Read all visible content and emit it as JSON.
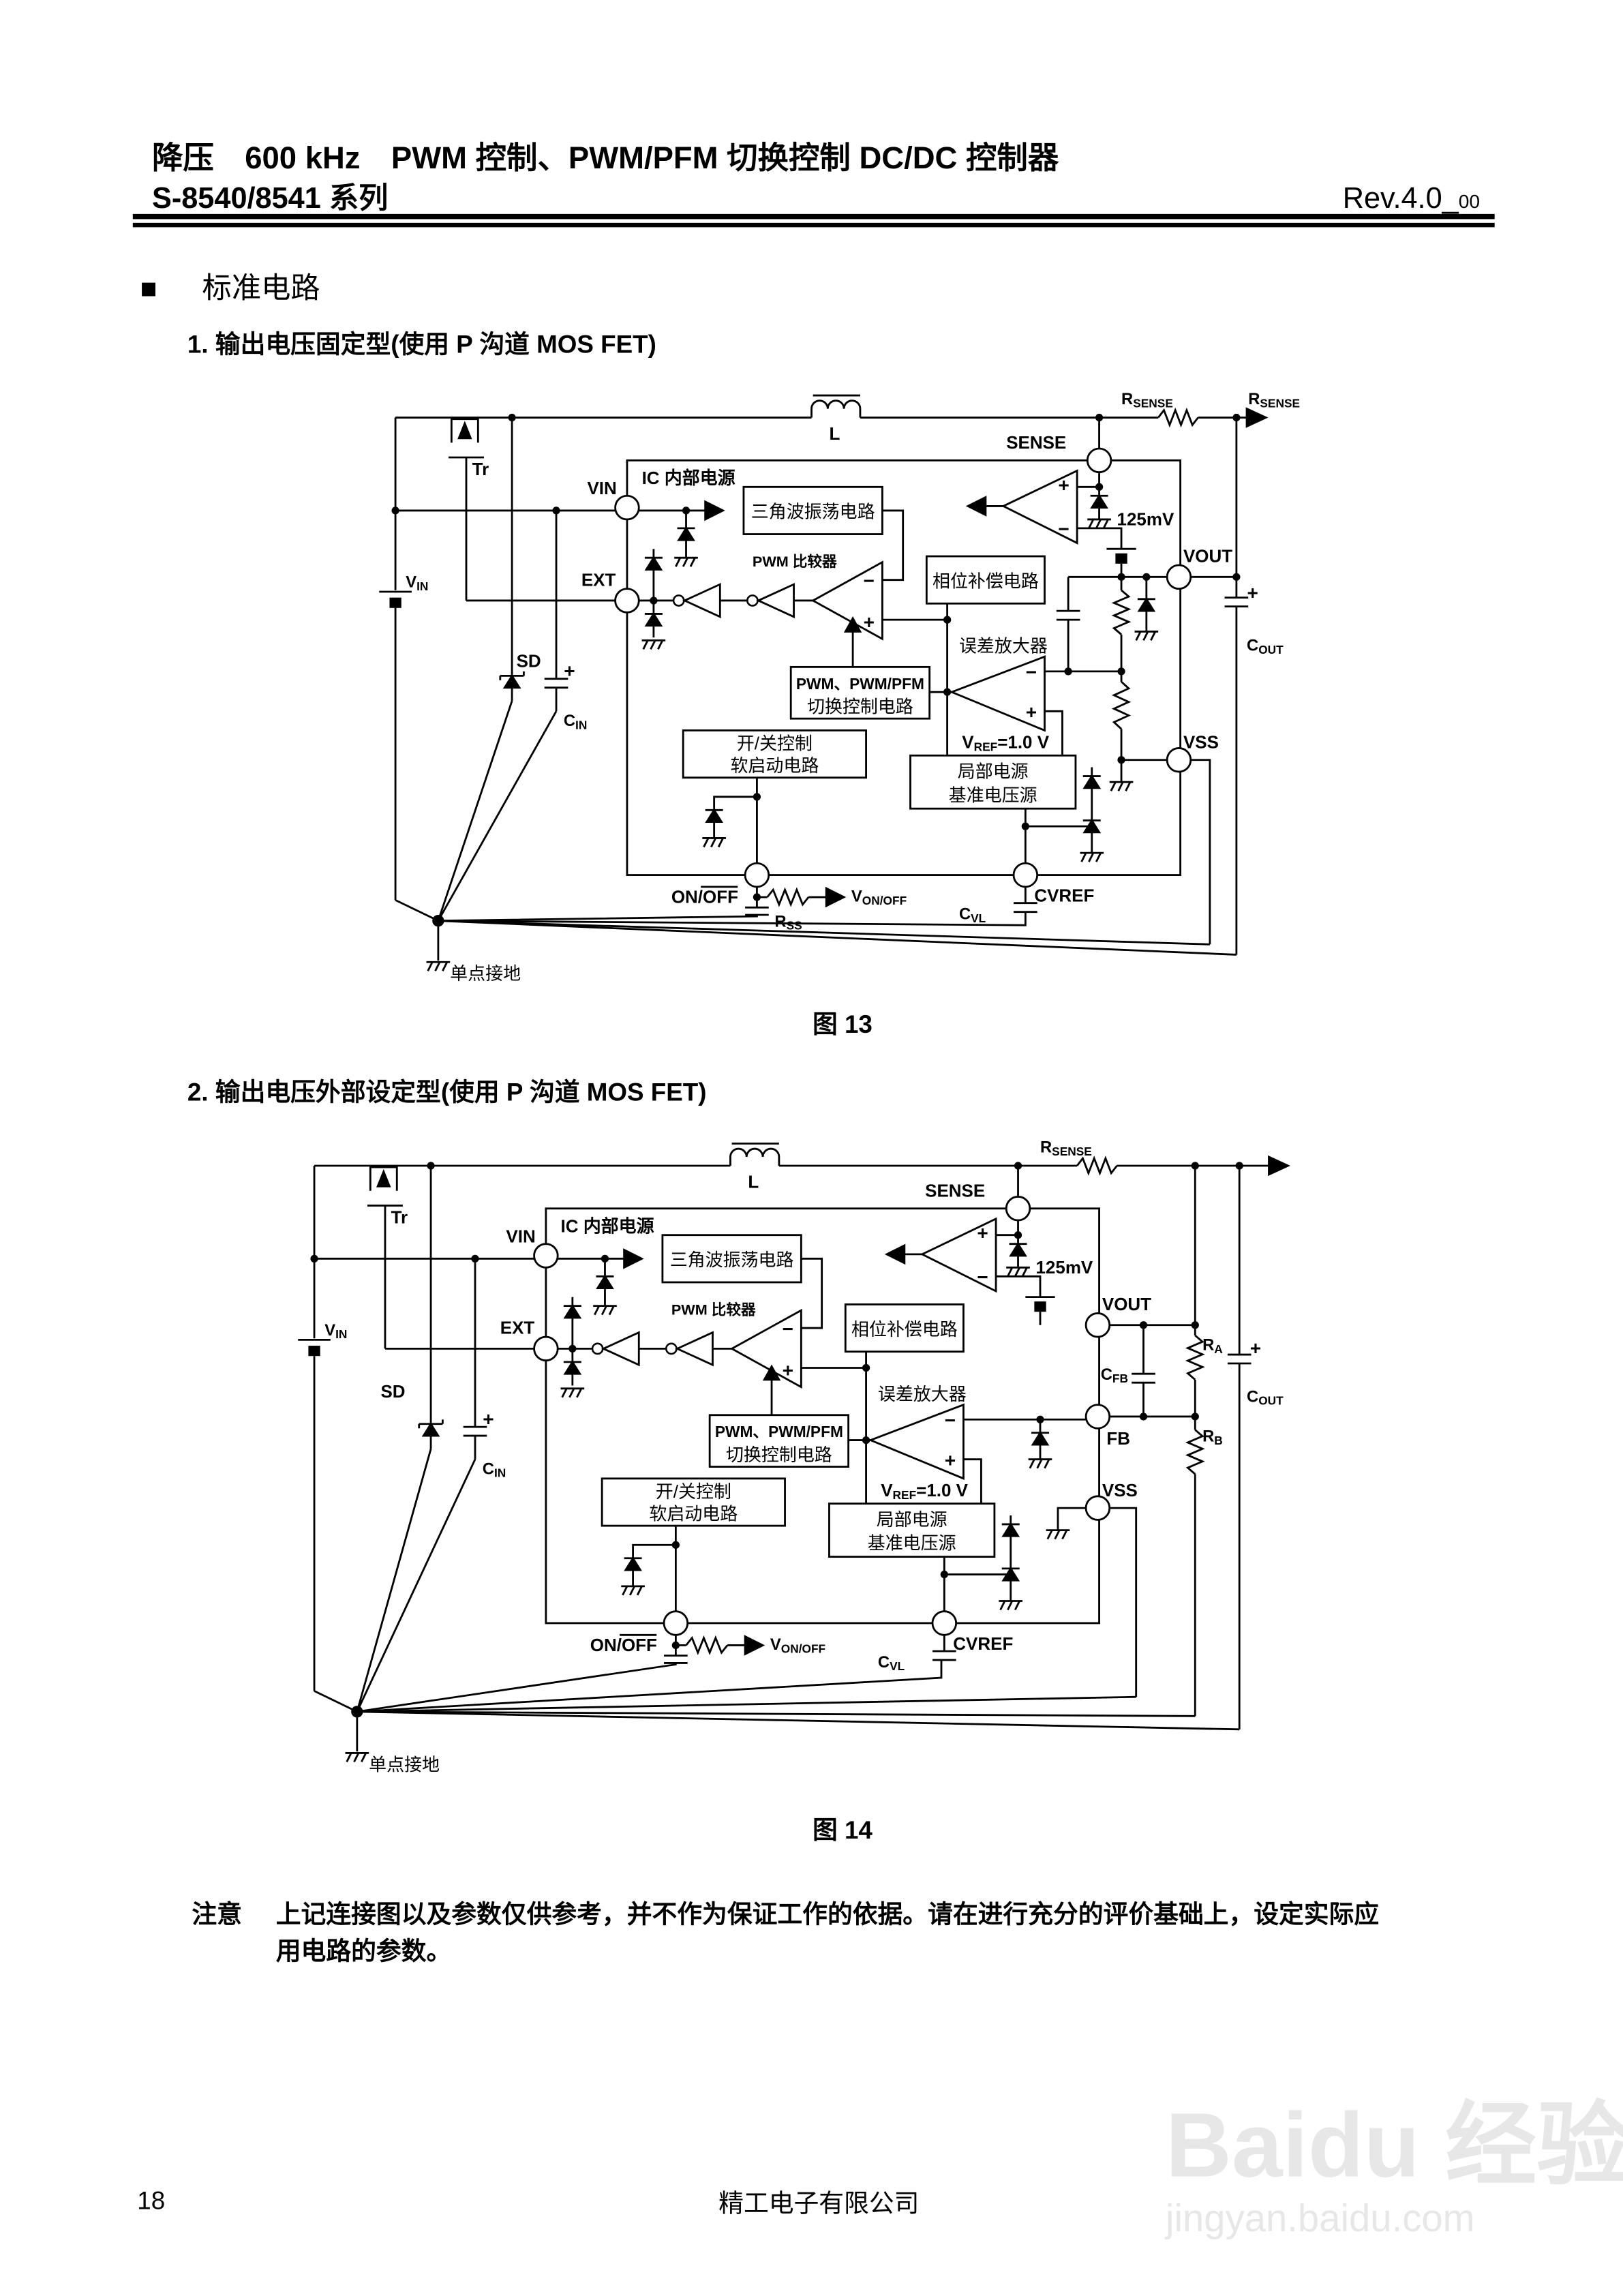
{
  "header": {
    "title": "降压　600 kHz　PWM 控制、PWM/PFM 切换控制  DC/DC 控制器",
    "series": "S-8540/8541 系列",
    "rev": "Rev.4.0_",
    "rev_sub": "00"
  },
  "section": {
    "marker": "■",
    "title": "标准电路"
  },
  "symbols": {
    "plus": "+",
    "minus": "−"
  },
  "fig1": {
    "heading": "1.  输出电压固定型(使用 P 沟道 MOS FET)",
    "caption": "图 13",
    "labels": {
      "inductor": "L",
      "rsense": {
        "main": "R",
        "sub": "SENSE"
      },
      "rsense_out": {
        "main": "R",
        "sub": "SENSE"
      },
      "tr": "Tr",
      "vin_batt": {
        "main": "V",
        "sub": "IN"
      },
      "sd": "SD",
      "cin": {
        "main": "C",
        "sub": "IN"
      },
      "ic_power": "IC 内部电源",
      "pin_vin": "VIN",
      "pin_ext": "EXT",
      "pin_sense": "SENSE",
      "pin_vout": "VOUT",
      "pin_vss": "VSS",
      "pin_onoff": "ON/OFF",
      "pin_cvref": "CVREF",
      "osc": "三角波振荡电路",
      "pwm_comp": "PWM 比较器",
      "phase": "相位补偿电路",
      "switch1": "PWM、PWM/PFM",
      "switch2": "切换控制电路",
      "onoff1": "开/关控制",
      "onoff2": "软启动电路",
      "ref1": "局部电源",
      "ref2": "基准电压源",
      "erramp": "误差放大器",
      "vref": {
        "main": "V",
        "sub": "REF",
        "rest": "=1.0 V"
      },
      "mv": "125mV",
      "cout": {
        "main": "C",
        "sub": "OUT"
      },
      "von": {
        "main": "V",
        "sub": "ON/OFF"
      },
      "rss": {
        "main": "R",
        "sub": "SS"
      },
      "cvl": {
        "main": "C",
        "sub": "VL"
      },
      "ground": "单点接地"
    }
  },
  "fig2": {
    "heading": "2.  输出电压外部设定型(使用 P 沟道 MOS FET)",
    "caption": "图 14",
    "labels": {
      "inductor": "L",
      "rsense": {
        "main": "R",
        "sub": "SENSE"
      },
      "tr": "Tr",
      "vin_batt": {
        "main": "V",
        "sub": "IN"
      },
      "sd": "SD",
      "cin": {
        "main": "C",
        "sub": "IN"
      },
      "ic_power": "IC 内部电源",
      "pin_vin": "VIN",
      "pin_ext": "EXT",
      "pin_sense": "SENSE",
      "pin_vout": "VOUT",
      "pin_fb": "FB",
      "pin_vss": "VSS",
      "pin_onoff": "ON/OFF",
      "pin_cvref": "CVREF",
      "osc": "三角波振荡电路",
      "pwm_comp": "PWM 比较器",
      "phase": "相位补偿电路",
      "switch1": "PWM、PWM/PFM",
      "switch2": "切换控制电路",
      "onoff1": "开/关控制",
      "onoff2": "软启动电路",
      "ref1": "局部电源",
      "ref2": "基准电压源",
      "erramp": "误差放大器",
      "vref": {
        "main": "V",
        "sub": "REF",
        "rest": "=1.0 V"
      },
      "mv": "125mV",
      "cfb": {
        "main": "C",
        "sub": "FB"
      },
      "ra": {
        "main": "R",
        "sub": "A"
      },
      "rb": {
        "main": "R",
        "sub": "B"
      },
      "cout": {
        "main": "C",
        "sub": "OUT"
      },
      "von": {
        "main": "V",
        "sub": "ON/OFF"
      },
      "cvl": {
        "main": "C",
        "sub": "VL"
      },
      "ground": "单点接地"
    }
  },
  "note": {
    "label": "注意",
    "line1": "上记连接图以及参数仅供参考，并不作为保证工作的依据。请在进行充分的评价基础上，设定实际应",
    "line2": "用电路的参数。"
  },
  "footer": {
    "page": "18",
    "company": "精工电子有限公司"
  },
  "watermark": {
    "brand": "Baidu 经验",
    "url": "jingyan.baidu.com"
  }
}
